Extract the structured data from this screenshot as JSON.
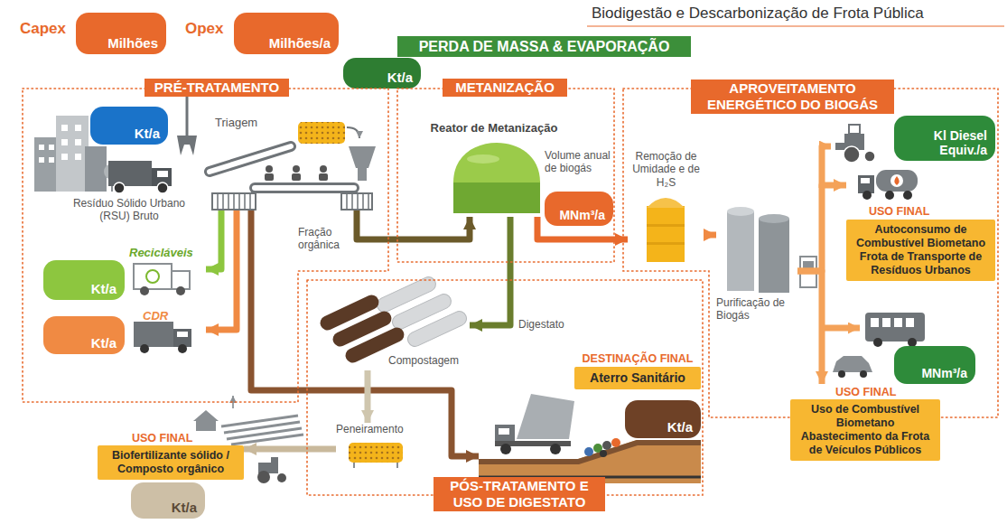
{
  "diagram": {
    "title": "Biodigestão e Descarbonização de Frota Pública",
    "nodes": [
      {
        "text": [
          "Capex",
          "Milhões"
        ]
      },
      {
        "text": [
          "Opex",
          "Milhões/a"
        ]
      },
      {
        "text": [
          "PERDA DE MASSA & EVAPORAÇÃO"
        ]
      },
      {
        "text": [
          "Kt/a"
        ]
      },
      {
        "text": [
          "PRÉ-TRATAMENTO"
        ]
      },
      {
        "text": [
          "Kt/a"
        ],
        "in": 4
      },
      {
        "text": [
          "Triagem"
        ],
        "in": 4
      },
      {
        "text": [
          "Recicláveis",
          "Kt/a"
        ],
        "in": 4
      },
      {
        "text": [
          "CDR",
          "Kt/a"
        ],
        "in": 4
      },
      {
        "text": [
          "METANIZAÇÃO"
        ]
      },
      {
        "text": [
          "Reator de Metanização"
        ],
        "in": 9
      },
      {
        "text": [
          "Volume anual de biogás",
          "MNm³/a"
        ],
        "in": 9
      },
      {
        "text": [
          "APROVEITAMENTO ENERGÉTICO DO BIOGÁS"
        ]
      },
      {
        "text": [
          "Remoção de Umidade e de H₂S"
        ],
        "in": 12
      },
      {
        "text": [
          "Purificação de Biogás"
        ],
        "in": 12
      },
      {
        "text": [
          "Kl Diesel Equiv./a"
        ],
        "in": 12
      },
      {
        "text": [
          "USO FINAL",
          "Autoconsumo de Combustível Biometano",
          "Frota de Transporte de Resíduos Urbanos"
        ],
        "in": 12
      },
      {
        "text": [
          "MNm³/a"
        ],
        "in": 12
      },
      {
        "text": [
          "USO FINAL",
          "Uso de Combustível Biometano",
          "Abastecimento da Frota de Veículos Públicos"
        ]
      },
      {
        "text": [
          "PÓS-TRATAMENTO E USO DE DIGESTATO"
        ]
      },
      {
        "text": [
          "Compostagem"
        ],
        "in": 19
      },
      {
        "text": [
          "Peneiramento"
        ],
        "in": 19
      },
      {
        "text": [
          "DESTINAÇÃO FINAL",
          "Aterro Sanitário"
        ],
        "in": 19
      },
      {
        "text": [
          "Kt/a"
        ],
        "in": 19
      },
      {
        "text": [
          "USO FINAL",
          "Biofertilizante sólido / Composto orgânico"
        ]
      },
      {
        "text": [
          "Kt/a"
        ]
      }
    ],
    "edges": [
      {
        "from": 6,
        "to": 7,
        "arrow": "to"
      },
      {
        "from": 6,
        "to": 8,
        "arrow": "to"
      },
      {
        "from": 6,
        "to": 10,
        "label": "Fração orgânica",
        "arrow": "to"
      },
      {
        "from": 6,
        "to": 22,
        "arrow": "to"
      },
      {
        "from": 10,
        "to": 13,
        "arrow": "to"
      },
      {
        "from": 10,
        "to": 20,
        "label": "Digestato",
        "arrow": "to"
      },
      {
        "from": 20,
        "to": 21,
        "arrow": "to"
      },
      {
        "from": 21,
        "to": 24,
        "arrow": "to"
      },
      {
        "from": 13,
        "to": 14,
        "arrow": "to"
      },
      {
        "from": 14,
        "to": 16,
        "arrow": "to"
      },
      {
        "from": 14,
        "to": 18,
        "arrow": "to"
      }
    ],
    "labels": [
      "Resíduo Sólido Urbano (RSU) Bruto"
    ]
  }
}
